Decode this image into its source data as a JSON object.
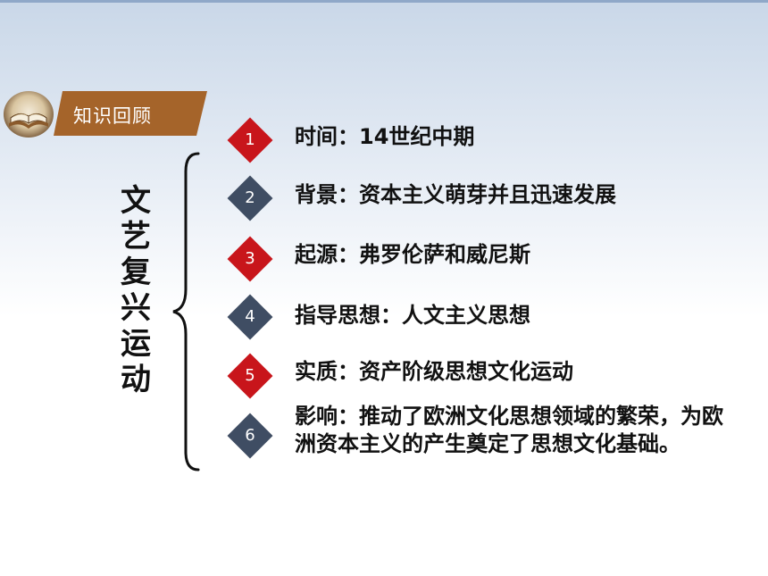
{
  "header": {
    "title": "知识回顾",
    "icon": "open-book-icon"
  },
  "vertical_title": "文艺复兴运动",
  "colors": {
    "banner": "#a5642a",
    "red": "#c8151b",
    "navy": "#3f4d63"
  },
  "items": [
    {
      "num": "1",
      "text": "时间：14世纪中期"
    },
    {
      "num": "2",
      "text": "背景：资本主义萌芽并且迅速发展"
    },
    {
      "num": "3",
      "text": "起源：弗罗伦萨和威尼斯"
    },
    {
      "num": "4",
      "text": "指导思想：人文主义思想"
    },
    {
      "num": "5",
      "text": "实质：资产阶级思想文化运动"
    },
    {
      "num": "6",
      "text": "影响：推动了欧洲文化思想领域的繁荣，为欧洲资本主义的产生奠定了思想文化基础。"
    }
  ]
}
